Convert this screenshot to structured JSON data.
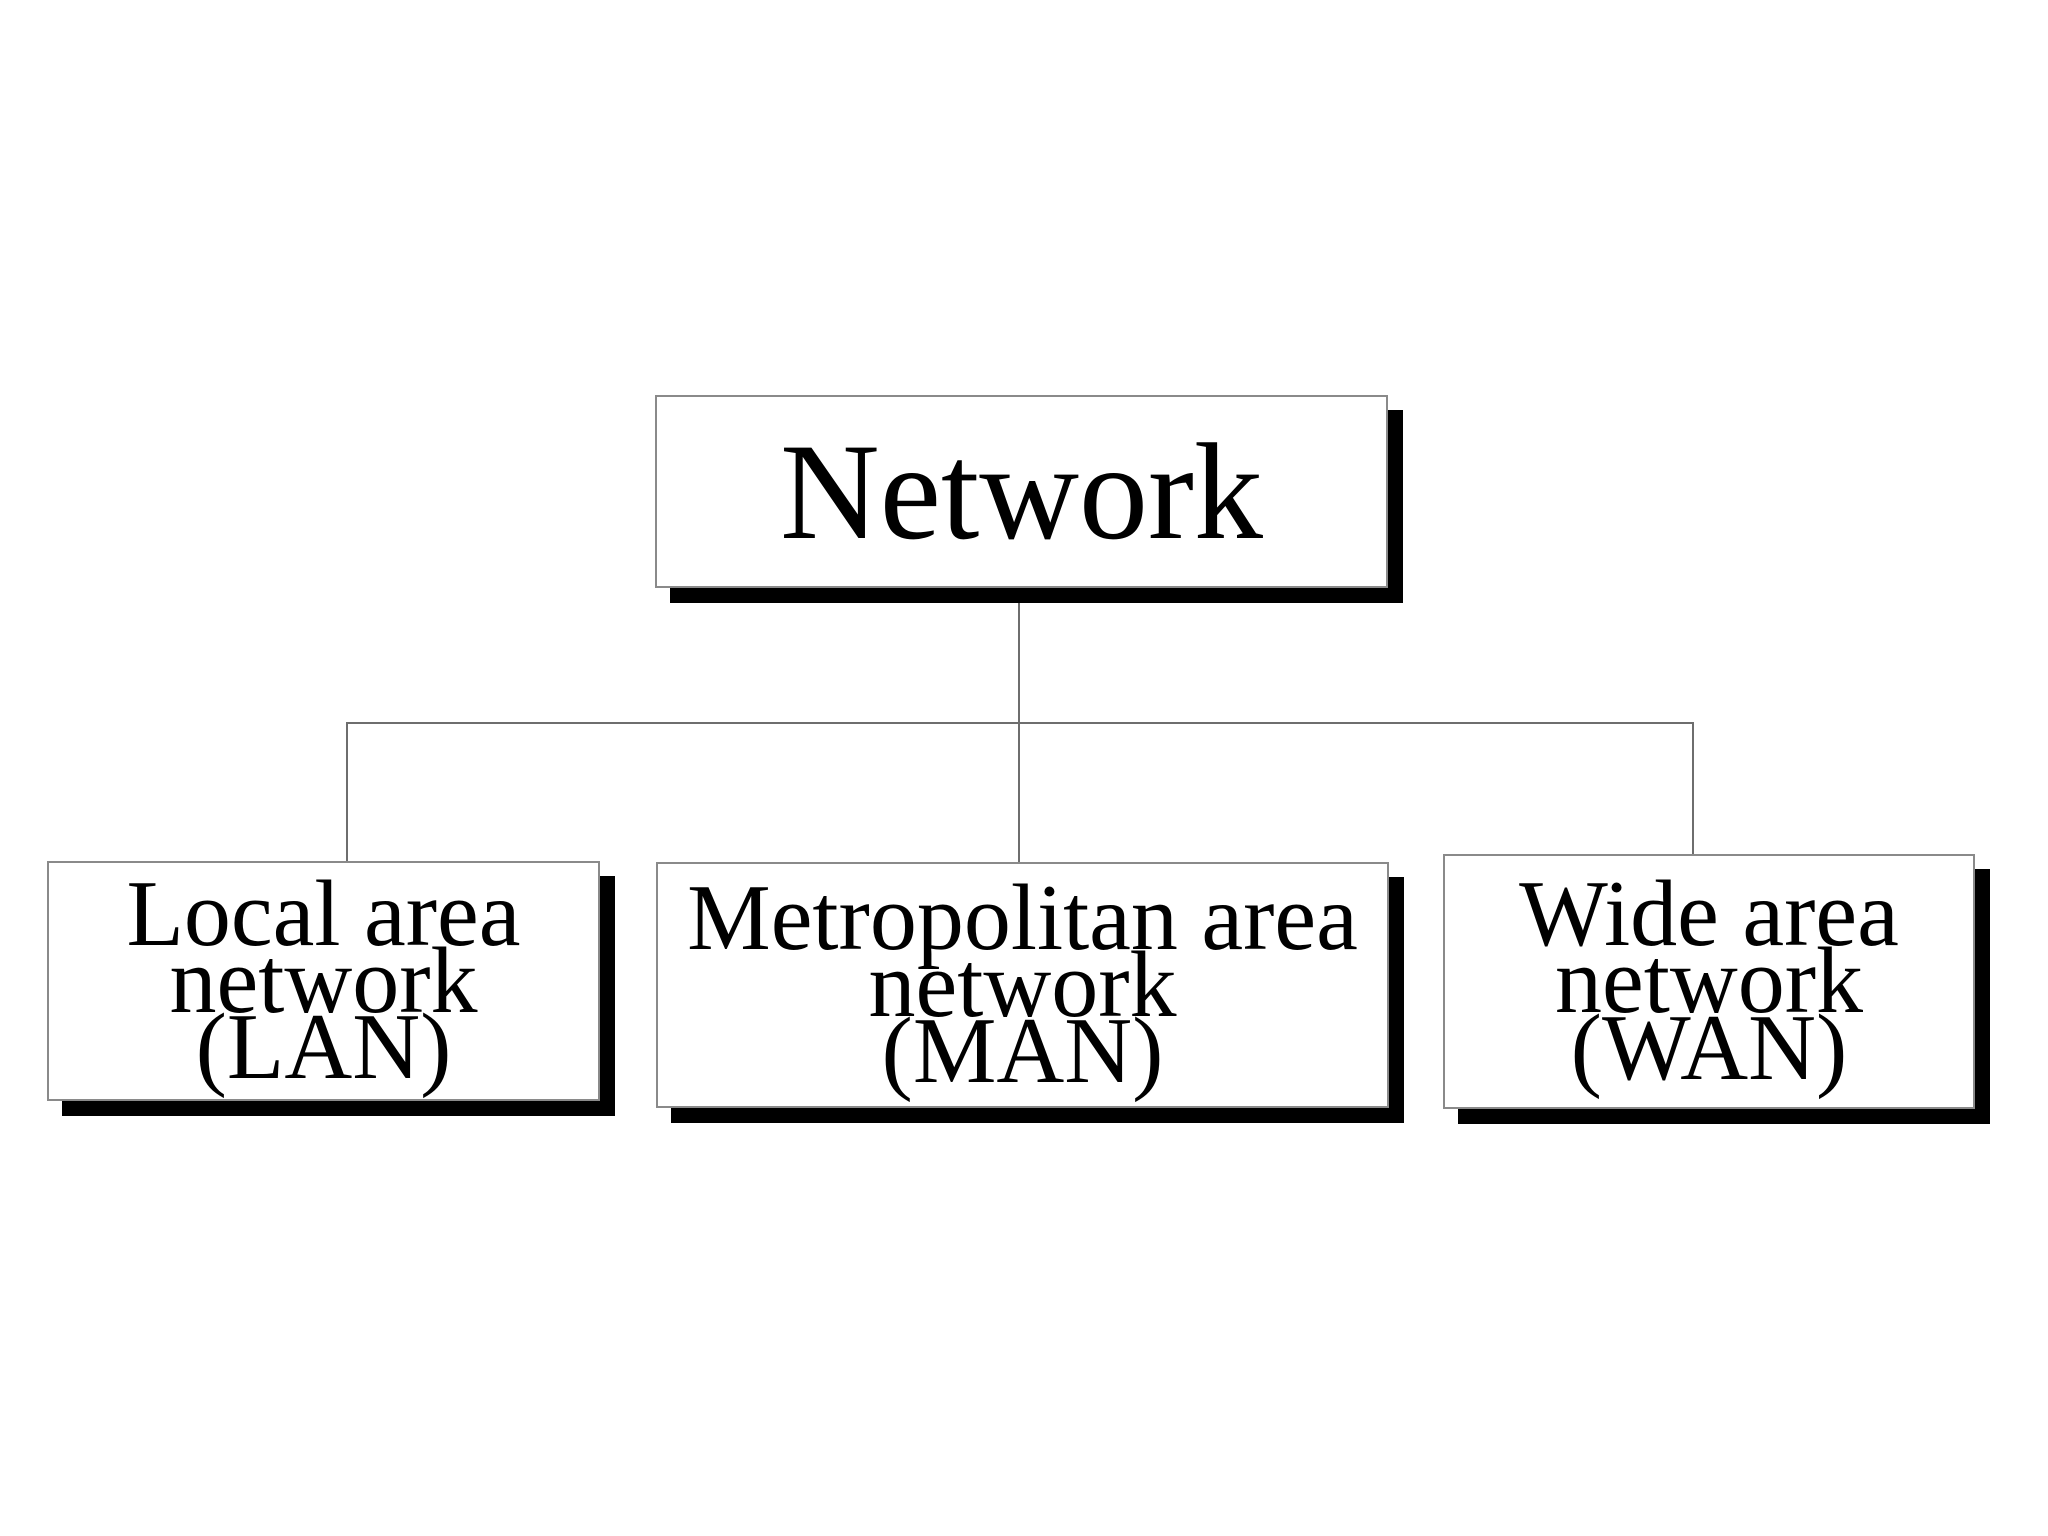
{
  "diagram": {
    "root": {
      "label": "Network"
    },
    "children": [
      {
        "lines": [
          "Local area",
          "network",
          "(LAN)"
        ]
      },
      {
        "lines": [
          "Metropolitan area",
          "network",
          "(MAN)"
        ]
      },
      {
        "lines": [
          "Wide area",
          "network",
          "(WAN)"
        ]
      }
    ],
    "colors": {
      "background": "#ffffff",
      "box_fill": "#ffffff",
      "box_border": "#8a8a8a",
      "connector_line": "#6e6e6e",
      "shadow": "#000000",
      "text": "#000000"
    }
  }
}
